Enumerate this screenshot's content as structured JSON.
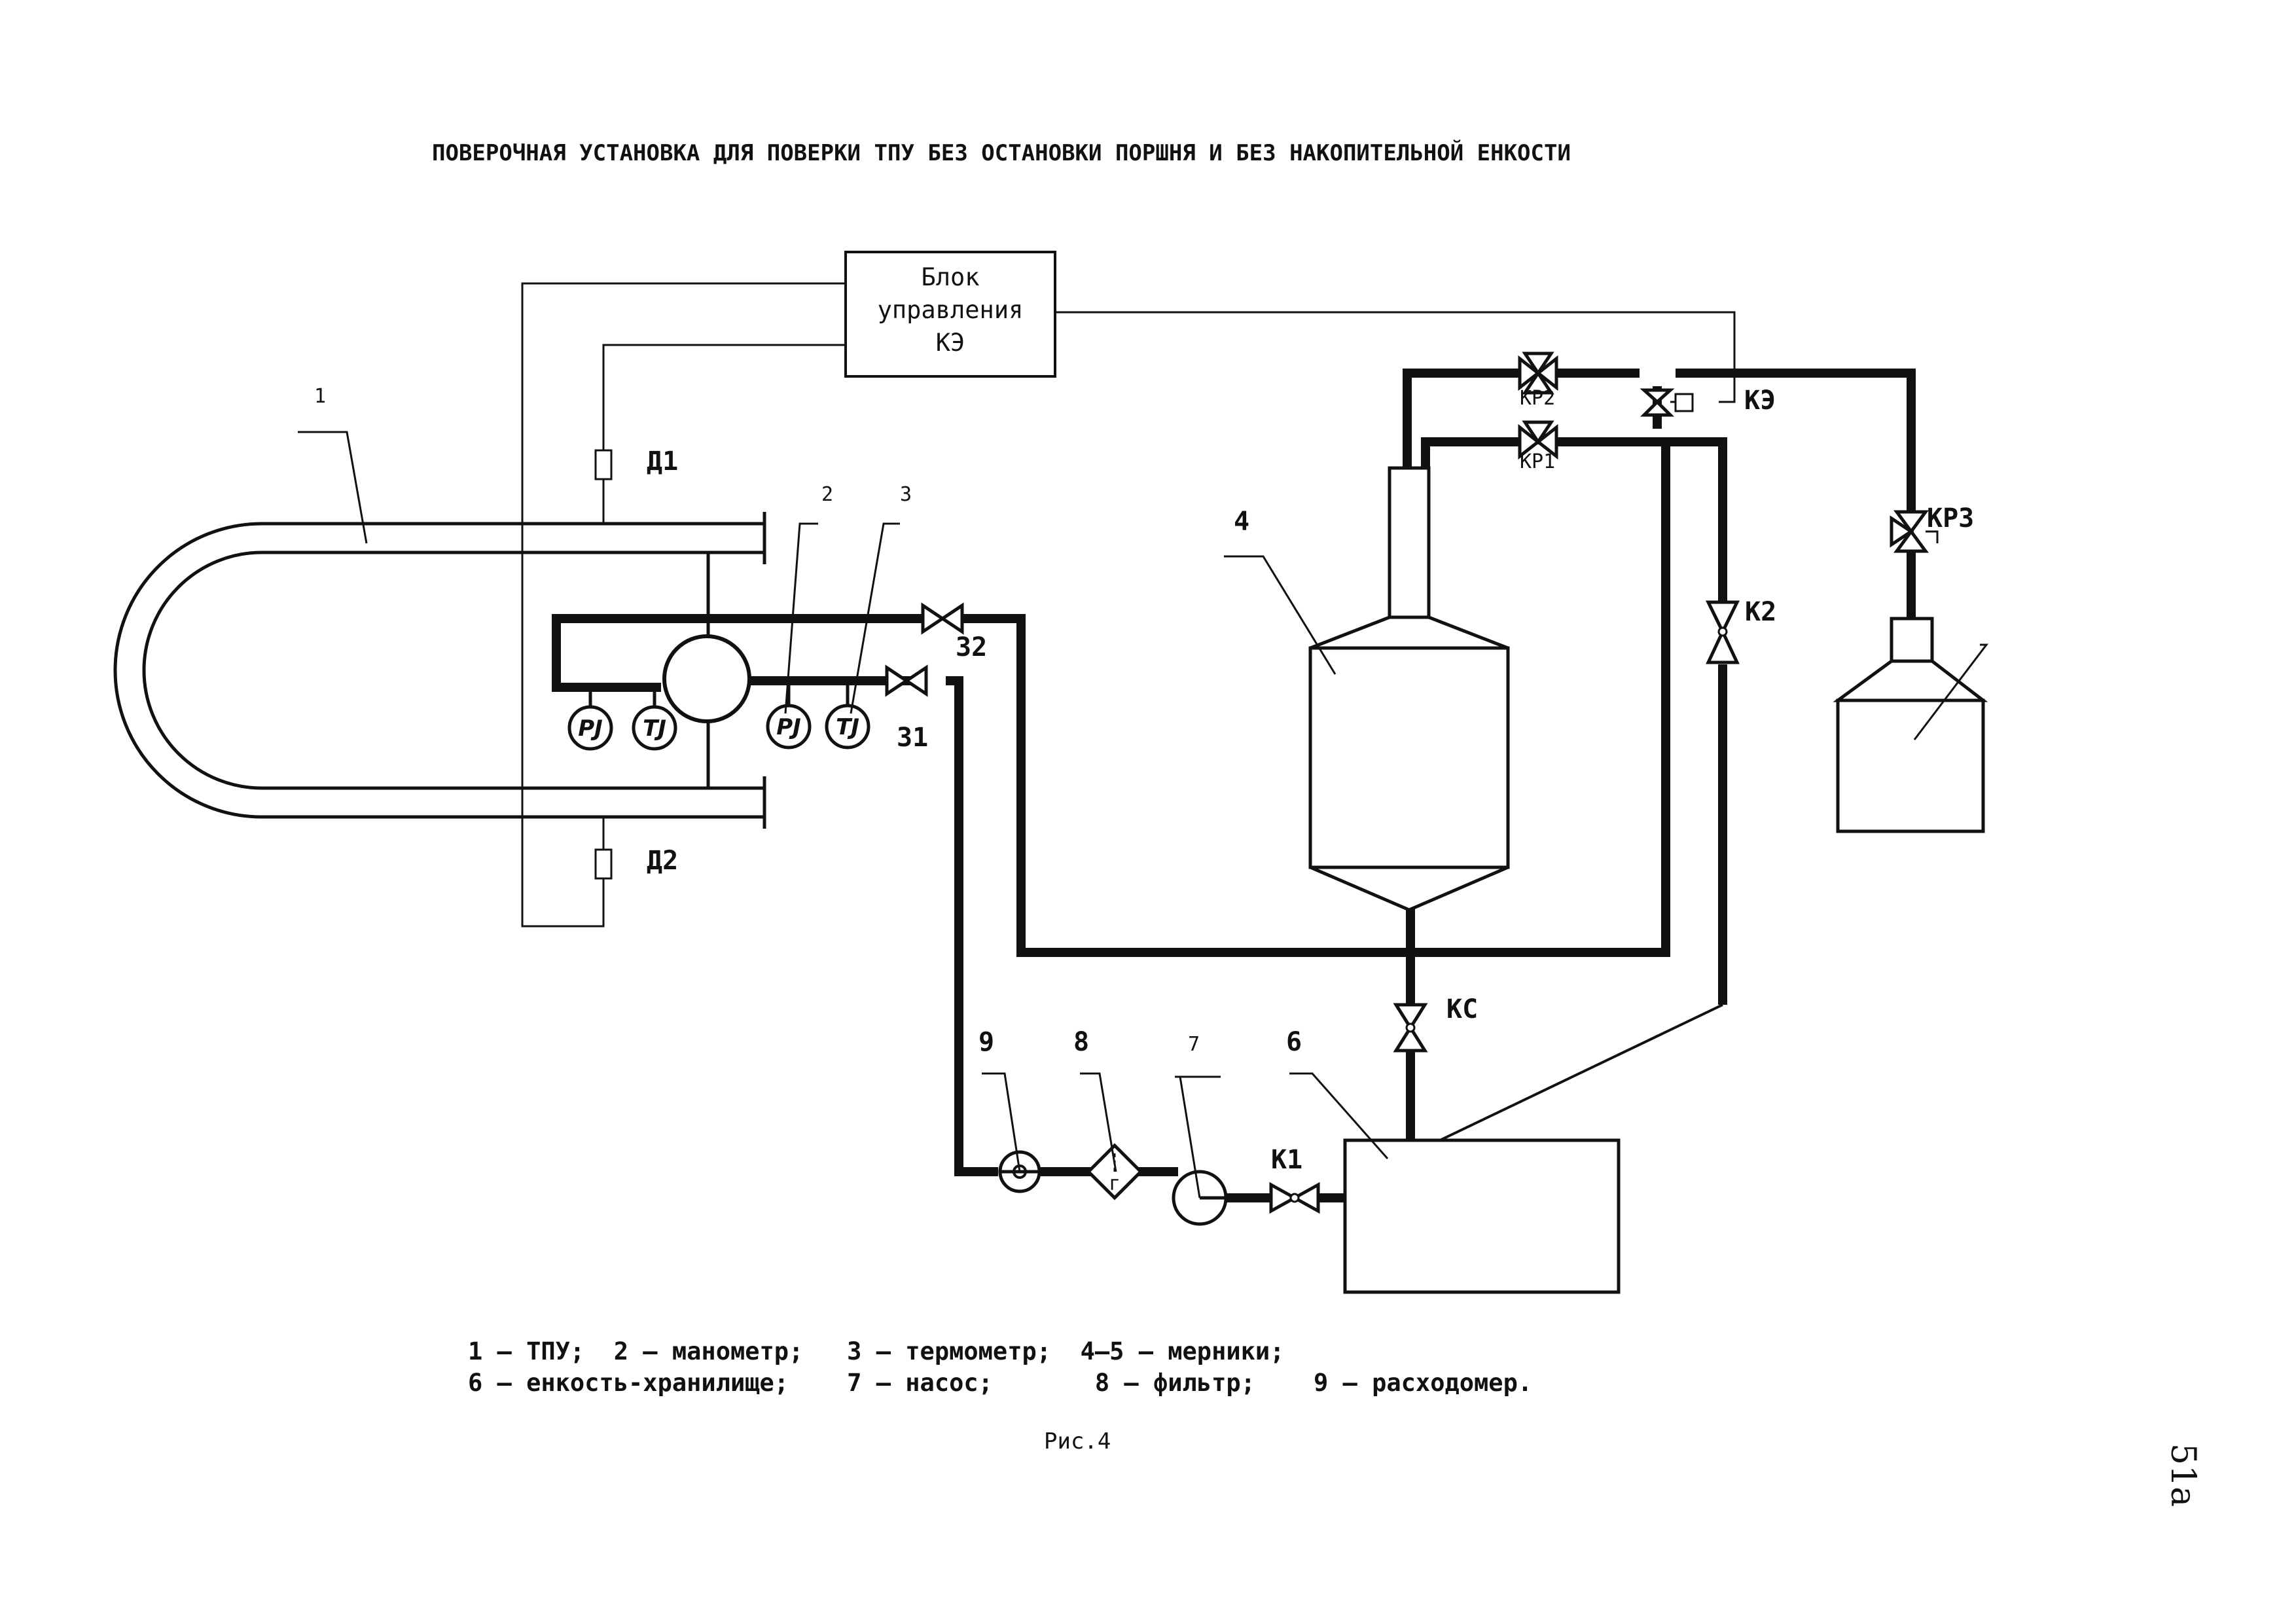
{
  "title": "ПОВЕРОЧНАЯ УСТАНОВКА ДЛЯ ПОВЕРКИ ТПУ БЕЗ ОСТАНОВКИ ПОРШНЯ И БЕЗ НАКОПИТЕЛЬНОЙ ЕНКОСТИ",
  "control_block": {
    "line1": "Блок",
    "line2": "управления",
    "line3": "КЭ"
  },
  "detectors": {
    "d1": "Д1",
    "d2": "Д2"
  },
  "numbers": {
    "n1": "1",
    "n2": "2",
    "n3": "3",
    "n4": "4",
    "n6": "6",
    "n7": "7",
    "n8": "8",
    "n9": "9"
  },
  "valves": {
    "kr1": "КР1",
    "kr2": "КР2",
    "kr3": "КР3",
    "ke": "КЭ",
    "k1": "К1",
    "k2": "К2",
    "ks": "КС",
    "z1": "З1",
    "z2": "З2"
  },
  "instruments": {
    "pj": "PJ",
    "tj": "TJ"
  },
  "legend": {
    "line1": "1 – ТПУ;  2 – манометр;   3 – термометр;  4–5 – мерники;",
    "line2": "6 – енкость-хранилище;    7 – насос;       8 – фильтр;    9 – расходомер."
  },
  "figure_caption": "Рис.4",
  "page_number": "51а"
}
